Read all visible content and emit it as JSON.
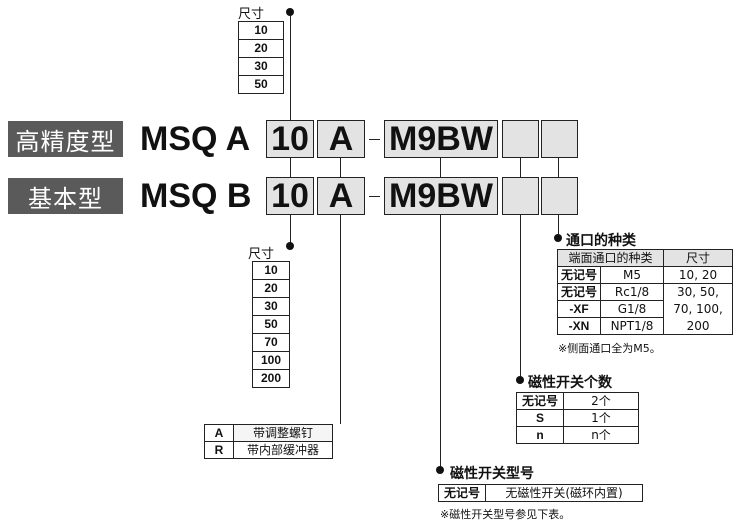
{
  "rows": [
    {
      "label": "高精度型",
      "series": "MSQ A",
      "size": "10",
      "option": "A",
      "switch": "M9BW"
    },
    {
      "label": "基本型",
      "series": "MSQ B",
      "size": "10",
      "option": "A",
      "switch": "M9BW"
    }
  ],
  "dash": "-",
  "size_top": {
    "title": "尺寸",
    "values": [
      "10",
      "20",
      "30",
      "50"
    ]
  },
  "size_bottom": {
    "title": "尺寸",
    "values": [
      "10",
      "20",
      "30",
      "50",
      "70",
      "100",
      "200"
    ]
  },
  "option_table": [
    {
      "code": "A",
      "desc": "带调整螺钉"
    },
    {
      "code": "R",
      "desc": "带内部缓冲器"
    }
  ],
  "port": {
    "title": "通口的种类",
    "headers": [
      "端面通口的种类",
      "尺寸"
    ],
    "rows": [
      {
        "code": "无记号",
        "type": "M5",
        "size": "10, 20"
      },
      {
        "code": "无记号",
        "type": "Rc1/8",
        "size": "30, 50,"
      },
      {
        "code": "-XF",
        "type": "G1/8",
        "size": "70, 100,"
      },
      {
        "code": "-XN",
        "type": "NPT1/8",
        "size": "200"
      }
    ],
    "note": "※侧面通口全为M5。"
  },
  "switch_count": {
    "title": "磁性开关个数",
    "rows": [
      {
        "code": "无记号",
        "desc": "2个"
      },
      {
        "code": "S",
        "desc": "1个"
      },
      {
        "code": "n",
        "desc": "n个"
      }
    ]
  },
  "switch_model": {
    "title": "磁性开关型号",
    "rows": [
      {
        "code": "无记号",
        "desc": "无磁性开关(磁环内置)"
      }
    ],
    "note": "※磁性开关型号参见下表。"
  }
}
